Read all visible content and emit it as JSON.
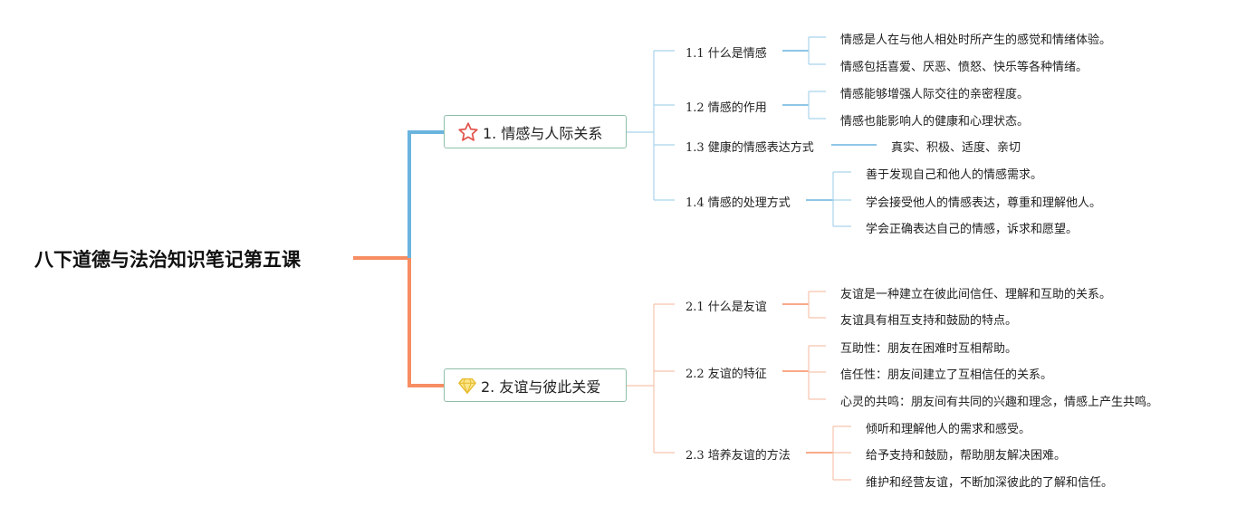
{
  "root": {
    "title": "八下道德与法治知识笔记第五课"
  },
  "colors": {
    "blue": "#6ab4de",
    "orange": "#f78d62",
    "box_border": "#8fbfa8",
    "star": "#e2524a",
    "gem": "#f0cf3a"
  },
  "branches": [
    {
      "label": "1. 情感与人际关系",
      "icon": "star-icon",
      "subs": [
        {
          "label": "1.1 什么是情感",
          "leaves": [
            "情感是人在与他人相处时所产生的感觉和情绪体验。",
            "情感包括喜爱、厌恶、愤怒、快乐等各种情绪。"
          ]
        },
        {
          "label": "1.2 情感的作用",
          "leaves": [
            "情感能够增强人际交往的亲密程度。",
            "情感也能影响人的健康和心理状态。"
          ]
        },
        {
          "label": "1.3 健康的情感表达方式",
          "leaves": [
            "真实、积极、适度、亲切"
          ]
        },
        {
          "label": "1.4 情感的处理方式",
          "leaves": [
            "善于发现自己和他人的情感需求。",
            "学会接受他人的情感表达，尊重和理解他人。",
            "学会正确表达自己的情感，诉求和愿望。"
          ]
        }
      ]
    },
    {
      "label": "2. 友谊与彼此关爱",
      "icon": "gem-icon",
      "subs": [
        {
          "label": "2.1 什么是友谊",
          "leaves": [
            "友谊是一种建立在彼此间信任、理解和互助的关系。",
            "友谊具有相互支持和鼓励的特点。"
          ]
        },
        {
          "label": "2.2 友谊的特征",
          "leaves": [
            "互助性：朋友在困难时互相帮助。",
            "信任性：朋友间建立了互相信任的关系。",
            "心灵的共鸣：朋友间有共同的兴趣和理念，情感上产生共鸣。"
          ]
        },
        {
          "label": "2.3 培养友谊的方法",
          "leaves": [
            "倾听和理解他人的需求和感受。",
            "给予支持和鼓励，帮助朋友解决困难。",
            "维护和经营友谊，不断加深彼此的了解和信任。"
          ]
        }
      ]
    }
  ]
}
